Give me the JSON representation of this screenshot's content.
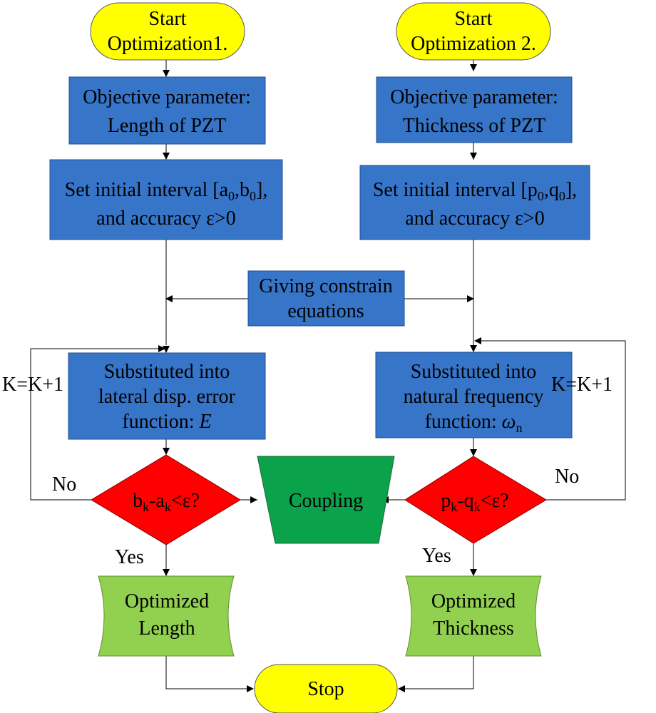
{
  "start1": {
    "line1": "Start",
    "line2": "Optimization1."
  },
  "start2": {
    "line1": "Start",
    "line2": "Optimization 2."
  },
  "objective1": {
    "line1": "Objective parameter:",
    "line2": "Length  of PZT"
  },
  "objective2": {
    "line1": "Objective parameter:",
    "line2": "Thickness of PZT"
  },
  "interval1": {
    "pre": "Set initial interval [a",
    "s1": "0",
    "mid": ",b",
    "s2": "0",
    "post": "],",
    "line2": "and accuracy ε>0"
  },
  "interval2": {
    "pre": "Set initial interval [p",
    "s1": "0",
    "mid": ",q",
    "s2": "0",
    "post": "],",
    "line2": "and accuracy ε>0"
  },
  "constraint": {
    "line1": "Giving constrain",
    "line2": "equations"
  },
  "substitute1": {
    "line1": "Substituted into",
    "line2": "lateral disp. error",
    "line3": "function: ",
    "var": "E"
  },
  "substitute2": {
    "line1": "Substituted into",
    "line2": "natural frequency",
    "line3": "function:  ",
    "var": "ω",
    "sub": "n"
  },
  "decision1": {
    "a": "b",
    "as": "k",
    "b": "-a",
    "bs": "k",
    "c": "<ε?"
  },
  "decision2": {
    "a": "p",
    "as": "k",
    "b": "-q",
    "bs": "k",
    "c": "<ε?"
  },
  "coupling": "Coupling",
  "output1": {
    "line1": "Optimized",
    "line2": "Length"
  },
  "output2": {
    "line1": "Optimized",
    "line2": "Thickness"
  },
  "stop": "Stop",
  "labels": {
    "k_left": "K=K+1",
    "k_right": "K=K+1",
    "no_left": "No",
    "no_right": "No",
    "yes_left": "Yes",
    "yes_right": "Yes"
  }
}
